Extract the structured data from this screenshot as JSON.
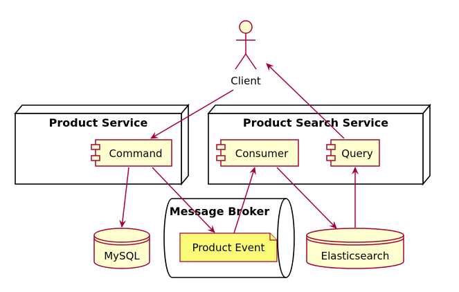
{
  "actor": {
    "label": "Client"
  },
  "nodes": {
    "product_service": {
      "title": "Product Service"
    },
    "product_search_service": {
      "title": "Product Search Service"
    }
  },
  "components": {
    "command": "Command",
    "consumer": "Consumer",
    "query": "Query"
  },
  "queue": {
    "title": "Message Broker",
    "event": "Product Event"
  },
  "databases": {
    "mysql": "MySQL",
    "elasticsearch": "Elasticsearch"
  },
  "colors": {
    "element_fill": "#FEFECE",
    "border_accent": "#A80036",
    "note_fill": "#FBFB77"
  }
}
